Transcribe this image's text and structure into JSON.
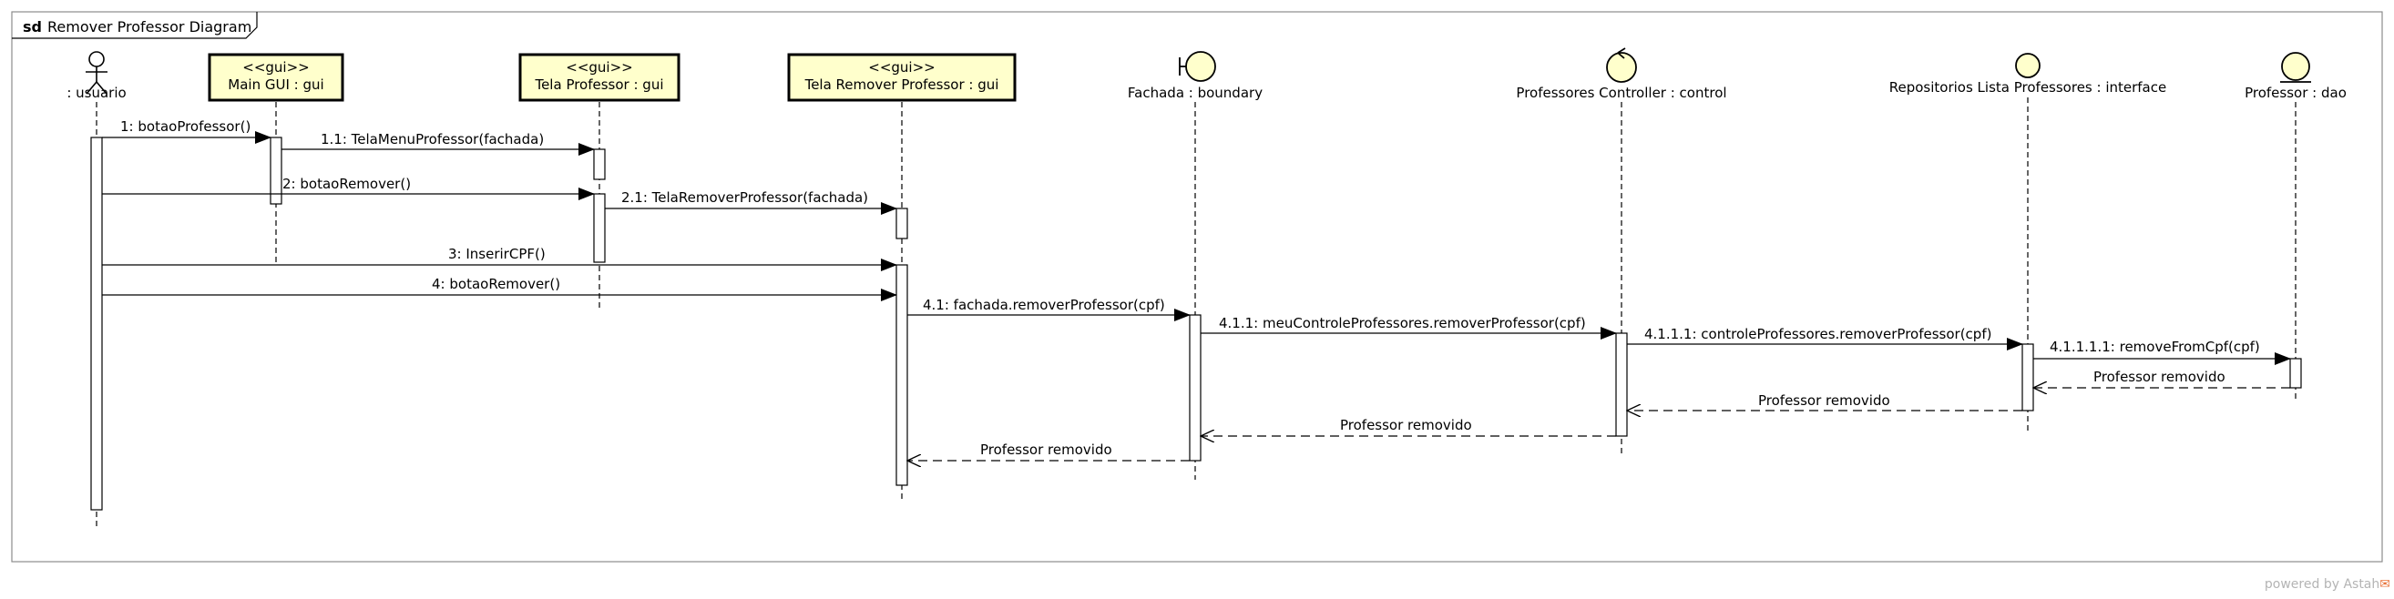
{
  "frame": {
    "keyword": "sd",
    "title": "Remover Professor Diagram"
  },
  "lifelines": [
    {
      "id": "usuario",
      "kind": "actor",
      "name": ": usuario"
    },
    {
      "id": "main_gui",
      "kind": "box",
      "stereotype": "<<gui>>",
      "name": "Main GUI : gui"
    },
    {
      "id": "tela_prof",
      "kind": "box",
      "stereotype": "<<gui>>",
      "name": "Tela Professor : gui"
    },
    {
      "id": "tela_rem",
      "kind": "box",
      "stereotype": "<<gui>>",
      "name": "Tela Remover Professor : gui"
    },
    {
      "id": "fachada",
      "kind": "boundary",
      "name": "Fachada : boundary"
    },
    {
      "id": "controller",
      "kind": "control",
      "name": "Professores Controller : control"
    },
    {
      "id": "repo",
      "kind": "interface",
      "name": "Repositorios Lista Professores : interface"
    },
    {
      "id": "dao",
      "kind": "entity",
      "name": "Professor : dao"
    }
  ],
  "messages": [
    {
      "label": "1: botaoProfessor()",
      "from": "usuario",
      "to": "main_gui",
      "type": "sync"
    },
    {
      "label": "1.1: TelaMenuProfessor(fachada)",
      "from": "main_gui",
      "to": "tela_prof",
      "type": "sync"
    },
    {
      "label": "2: botaoRemover()",
      "from": "usuario",
      "to": "tela_prof",
      "type": "sync"
    },
    {
      "label": "2.1: TelaRemoverProfessor(fachada)",
      "from": "tela_prof",
      "to": "tela_rem",
      "type": "sync"
    },
    {
      "label": "3: InserirCPF()",
      "from": "usuario",
      "to": "tela_rem",
      "type": "sync"
    },
    {
      "label": "4: botaoRemover()",
      "from": "usuario",
      "to": "tela_rem",
      "type": "sync"
    },
    {
      "label": "4.1: fachada.removerProfessor(cpf)",
      "from": "tela_rem",
      "to": "fachada",
      "type": "sync"
    },
    {
      "label": "4.1.1: meuControleProfessores.removerProfessor(cpf)",
      "from": "fachada",
      "to": "controller",
      "type": "sync"
    },
    {
      "label": "4.1.1.1: controleProfessores.removerProfessor(cpf)",
      "from": "controller",
      "to": "repo",
      "type": "sync"
    },
    {
      "label": "4.1.1.1.1: removeFromCpf(cpf)",
      "from": "repo",
      "to": "dao",
      "type": "sync"
    },
    {
      "label": "Professor removido",
      "from": "dao",
      "to": "repo",
      "type": "reply"
    },
    {
      "label": "Professor removido",
      "from": "repo",
      "to": "controller",
      "type": "reply"
    },
    {
      "label": "Professor removido",
      "from": "controller",
      "to": "fachada",
      "type": "reply"
    },
    {
      "label": "Professor removido",
      "from": "fachada",
      "to": "tela_rem",
      "type": "reply"
    }
  ],
  "watermark": {
    "prefix": "powered by Astah",
    "mark": "✉"
  },
  "colors": {
    "box_fill": "#ffffcc",
    "line": "#000000",
    "frame_border": "#8c8c8c",
    "watermark": "#b4b4b4"
  }
}
